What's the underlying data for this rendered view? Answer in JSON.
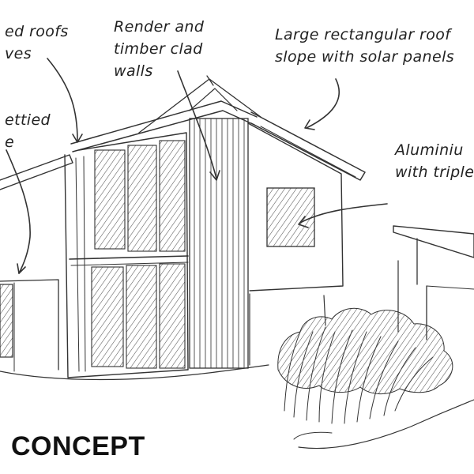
{
  "labels": {
    "roofs": "ed roofs\nves",
    "render": "Render and\ntimber clad\nwalls",
    "roof_slope": "Large rectangular roof\nslope with solar panels",
    "jettied": "ettied\ne",
    "aluminium": "Aluminiu\nwith triple"
  },
  "title": "CONCEPT",
  "colors": {
    "ink": "#333333",
    "background": "#ffffff"
  }
}
